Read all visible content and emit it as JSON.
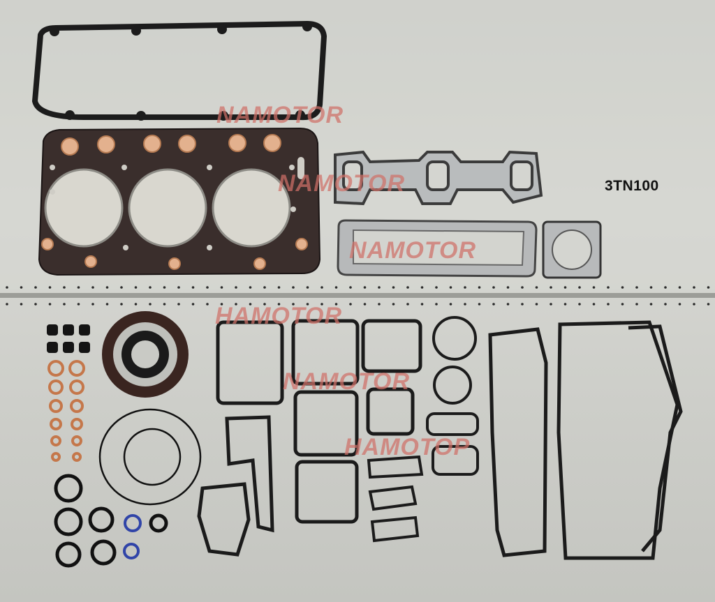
{
  "model": "3TN100",
  "watermarks": [
    "NAMOTOR",
    "NAMOTOR",
    "NAMOTOR",
    "HAMOTOR",
    "NAMOTOR",
    "HAMOTOP"
  ],
  "colors": {
    "background": "#d2d3ce",
    "gasket_black": "#1b1b1b",
    "head_gasket": "#3a2e2c",
    "copper": "#c5774a",
    "watermark": "#d07068",
    "blue_o_ring": "#3044a8"
  }
}
